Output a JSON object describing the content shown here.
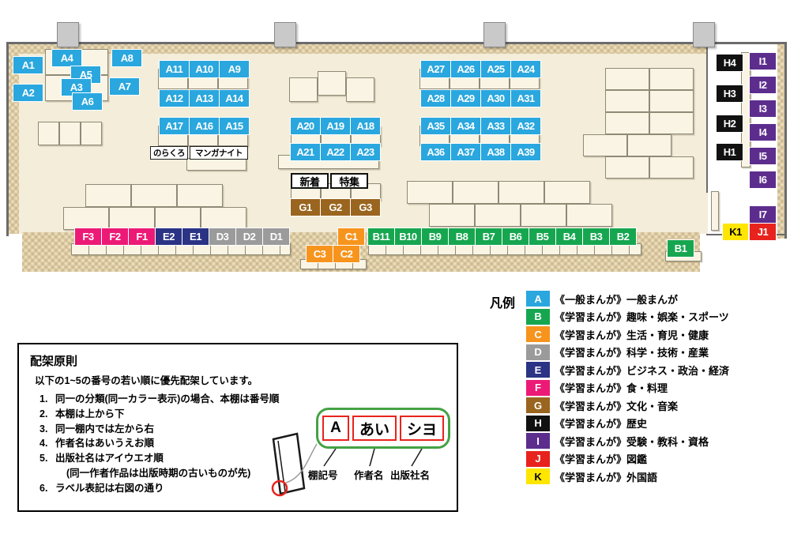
{
  "map": {
    "categories": {
      "A": {
        "bg": "#2aa7de",
        "fg": "#ffffff"
      },
      "B": {
        "bg": "#17a650",
        "fg": "#ffffff"
      },
      "C": {
        "bg": "#f7941d",
        "fg": "#ffffff"
      },
      "D": {
        "bg": "#9b9b9b",
        "fg": "#ffffff"
      },
      "E": {
        "bg": "#2b3385",
        "fg": "#ffffff"
      },
      "F": {
        "bg": "#ec1a76",
        "fg": "#ffffff"
      },
      "G": {
        "bg": "#9a651f",
        "fg": "#ffffff"
      },
      "H": {
        "bg": "#111111",
        "fg": "#ffffff"
      },
      "I": {
        "bg": "#5d2d8e",
        "fg": "#ffffff"
      },
      "J": {
        "bg": "#e8231d",
        "fg": "#ffffff"
      },
      "K": {
        "bg": "#ffe600",
        "fg": "#000000"
      },
      "plain": {
        "bg": "#ffffff",
        "fg": "#000000"
      },
      "frame": {
        "bg": "#ffffff",
        "fg": "#000000"
      }
    },
    "groups": [
      {
        "id": "a-scatter",
        "items": [
          {
            "t": "A1",
            "c": "A"
          },
          {
            "t": "A2",
            "c": "A"
          },
          {
            "t": "A4",
            "c": "A"
          },
          {
            "t": "A5",
            "c": "A"
          },
          {
            "t": "A3",
            "c": "A"
          },
          {
            "t": "A6",
            "c": "A"
          },
          {
            "t": "A8",
            "c": "A"
          },
          {
            "t": "A7",
            "c": "A"
          }
        ]
      },
      {
        "id": "row-a11",
        "items": [
          {
            "t": "A11",
            "c": "A"
          },
          {
            "t": "A10",
            "c": "A"
          },
          {
            "t": "A9",
            "c": "A"
          }
        ]
      },
      {
        "id": "row-a12",
        "items": [
          {
            "t": "A12",
            "c": "A"
          },
          {
            "t": "A13",
            "c": "A"
          },
          {
            "t": "A14",
            "c": "A"
          }
        ]
      },
      {
        "id": "row-a27",
        "items": [
          {
            "t": "A27",
            "c": "A"
          },
          {
            "t": "A26",
            "c": "A"
          },
          {
            "t": "A25",
            "c": "A"
          },
          {
            "t": "A24",
            "c": "A"
          }
        ]
      },
      {
        "id": "row-a28",
        "items": [
          {
            "t": "A28",
            "c": "A"
          },
          {
            "t": "A29",
            "c": "A"
          },
          {
            "t": "A30",
            "c": "A"
          },
          {
            "t": "A31",
            "c": "A"
          }
        ]
      },
      {
        "id": "row-a17",
        "items": [
          {
            "t": "A17",
            "c": "A"
          },
          {
            "t": "A16",
            "c": "A"
          },
          {
            "t": "A15",
            "c": "A"
          }
        ]
      },
      {
        "id": "row-a20",
        "items": [
          {
            "t": "A20",
            "c": "A"
          },
          {
            "t": "A19",
            "c": "A"
          },
          {
            "t": "A18",
            "c": "A"
          }
        ]
      },
      {
        "id": "row-a35",
        "items": [
          {
            "t": "A35",
            "c": "A"
          },
          {
            "t": "A34",
            "c": "A"
          },
          {
            "t": "A33",
            "c": "A"
          },
          {
            "t": "A32",
            "c": "A"
          }
        ]
      },
      {
        "id": "row-a21",
        "items": [
          {
            "t": "A21",
            "c": "A"
          },
          {
            "t": "A22",
            "c": "A"
          },
          {
            "t": "A23",
            "c": "A"
          }
        ]
      },
      {
        "id": "row-a36",
        "items": [
          {
            "t": "A36",
            "c": "A"
          },
          {
            "t": "A37",
            "c": "A"
          },
          {
            "t": "A38",
            "c": "A"
          },
          {
            "t": "A39",
            "c": "A"
          }
        ]
      },
      {
        "id": "corner-signs",
        "items": [
          {
            "t": "のらくろ",
            "c": "plain"
          },
          {
            "t": "マンガナイト",
            "c": "plain"
          }
        ]
      },
      {
        "id": "feature-signs",
        "items": [
          {
            "t": "新着",
            "c": "frame"
          },
          {
            "t": "特集",
            "c": "frame"
          }
        ]
      },
      {
        "id": "row-g",
        "items": [
          {
            "t": "G1",
            "c": "G"
          },
          {
            "t": "G2",
            "c": "G"
          },
          {
            "t": "G3",
            "c": "G"
          }
        ]
      },
      {
        "id": "row-fed",
        "items": [
          {
            "t": "F3",
            "c": "F"
          },
          {
            "t": "F2",
            "c": "F"
          },
          {
            "t": "F1",
            "c": "F"
          },
          {
            "t": "E2",
            "c": "E"
          },
          {
            "t": "E1",
            "c": "E"
          },
          {
            "t": "D3",
            "c": "D"
          },
          {
            "t": "D2",
            "c": "D"
          },
          {
            "t": "D1",
            "c": "D"
          }
        ]
      },
      {
        "id": "c1",
        "items": [
          {
            "t": "C1",
            "c": "C"
          }
        ]
      },
      {
        "id": "row-b",
        "items": [
          {
            "t": "B11",
            "c": "B"
          },
          {
            "t": "B10",
            "c": "B"
          },
          {
            "t": "B9",
            "c": "B"
          },
          {
            "t": "B8",
            "c": "B"
          },
          {
            "t": "B7",
            "c": "B"
          },
          {
            "t": "B6",
            "c": "B"
          },
          {
            "t": "B5",
            "c": "B"
          },
          {
            "t": "B4",
            "c": "B"
          },
          {
            "t": "B3",
            "c": "B"
          },
          {
            "t": "B2",
            "c": "B"
          }
        ]
      },
      {
        "id": "row-c32",
        "items": [
          {
            "t": "C3",
            "c": "C"
          },
          {
            "t": "C2",
            "c": "C"
          }
        ]
      },
      {
        "id": "b1",
        "items": [
          {
            "t": "B1",
            "c": "B"
          }
        ]
      },
      {
        "id": "col-h",
        "items": [
          {
            "t": "H4",
            "c": "H"
          },
          {
            "t": "H3",
            "c": "H"
          },
          {
            "t": "H2",
            "c": "H"
          },
          {
            "t": "H1",
            "c": "H"
          }
        ]
      },
      {
        "id": "col-i",
        "items": [
          {
            "t": "I1",
            "c": "I"
          },
          {
            "t": "I2",
            "c": "I"
          },
          {
            "t": "I3",
            "c": "I"
          },
          {
            "t": "I4",
            "c": "I"
          },
          {
            "t": "I5",
            "c": "I"
          },
          {
            "t": "I6",
            "c": "I"
          },
          {
            "t": "I7",
            "c": "I"
          }
        ]
      },
      {
        "id": "kj",
        "items": [
          {
            "t": "K1",
            "c": "K"
          },
          {
            "t": "J1",
            "c": "J"
          }
        ]
      }
    ]
  },
  "legend": {
    "title": "凡例",
    "items": [
      {
        "letter": "A",
        "series": "《一般まんが》",
        "category": "一般まんが"
      },
      {
        "letter": "B",
        "series": "《学習まんが》",
        "category": "趣味・娯楽・スポーツ"
      },
      {
        "letter": "C",
        "series": "《学習まんが》",
        "category": "生活・育児・健康"
      },
      {
        "letter": "D",
        "series": "《学習まんが》",
        "category": "科学・技術・産業"
      },
      {
        "letter": "E",
        "series": "《学習まんが》",
        "category": "ビジネス・政治・経済"
      },
      {
        "letter": "F",
        "series": "《学習まんが》",
        "category": "食・料理"
      },
      {
        "letter": "G",
        "series": "《学習まんが》",
        "category": "文化・音楽"
      },
      {
        "letter": "H",
        "series": "《学習まんが》",
        "category": "歴史"
      },
      {
        "letter": "I",
        "series": "《学習まんが》",
        "category": "受験・教科・資格"
      },
      {
        "letter": "J",
        "series": "《学習まんが》",
        "category": "図鑑"
      },
      {
        "letter": "K",
        "series": "《学習まんが》",
        "category": "外国語"
      }
    ]
  },
  "principles": {
    "title": "配架原則",
    "intro": "以下の1~5の番号の若い順に優先配架しています。",
    "rules": [
      {
        "num": "1.",
        "text": "同一の分類(同一カラー表示)の場合、本棚は番号順"
      },
      {
        "num": "2.",
        "text": "本棚は上から下"
      },
      {
        "num": "3.",
        "text": "同一棚内では左から右"
      },
      {
        "num": "4.",
        "text": "作者名はあいうえお順"
      },
      {
        "num": "5.",
        "text": "出版社名はアイウエオ順"
      },
      {
        "num": "",
        "text": "(同一作者作品は出版時期の古いものが先)"
      },
      {
        "num": "6.",
        "text": "ラベル表記は右図の通り"
      }
    ],
    "label_sample": {
      "shelf": "A",
      "author": "あい",
      "publisher": "シヨ"
    },
    "callouts": [
      "棚記号",
      "作者名",
      "出版社名"
    ]
  }
}
